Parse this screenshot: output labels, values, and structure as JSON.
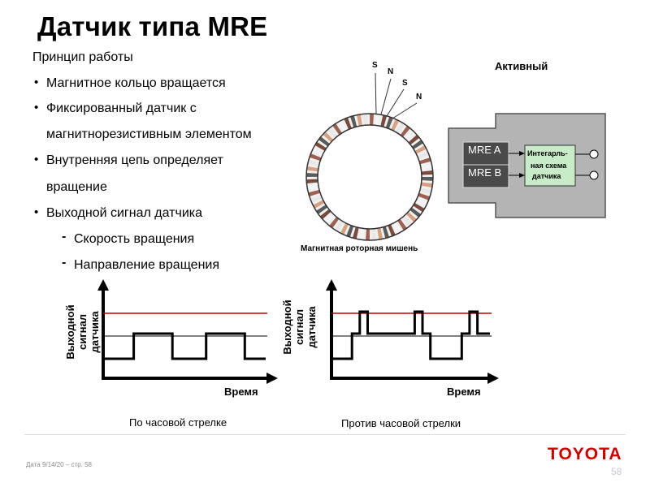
{
  "title": "Датчик типа MRE",
  "principle": {
    "heading": "Принцип работы",
    "bullets": [
      "Магнитное кольцо вращается",
      "Фиксированный датчик с",
      "магнитнорезистивным элементом",
      "Внутренняя цепь определяет",
      "вращение",
      "Выходной сигнал датчика"
    ],
    "sub_items": [
      "Скорость вращения",
      "Направление вращения"
    ]
  },
  "ring": {
    "poles": [
      "S",
      "N",
      "S",
      "N"
    ],
    "caption": "Магнитная роторная мишень"
  },
  "sensor": {
    "title": "Активный",
    "mre_a": "MRE A",
    "mre_b": "MRE B",
    "ic_lines": [
      "Интегарль-",
      "ная схема",
      "датчика"
    ]
  },
  "charts": [
    {
      "ylabel_lines": [
        "Выходной",
        "сигнал",
        "датчика"
      ],
      "xlabel": "Время",
      "caption": "По часовой стрелке",
      "signal": [
        [
          0,
          0
        ],
        [
          0.18,
          0
        ],
        [
          0.18,
          1
        ],
        [
          0.42,
          1
        ],
        [
          0.42,
          0
        ],
        [
          0.63,
          0
        ],
        [
          0.63,
          1
        ],
        [
          0.87,
          1
        ],
        [
          0.87,
          0
        ],
        [
          1,
          0
        ]
      ]
    },
    {
      "ylabel_lines": [
        "Выходной",
        "сигнал",
        "датчика"
      ],
      "xlabel": "Время",
      "caption": "Против часовой стрелки",
      "signal": [
        [
          0,
          0
        ],
        [
          0.12,
          0
        ],
        [
          0.12,
          1
        ],
        [
          0.17,
          1
        ],
        [
          0.17,
          2
        ],
        [
          0.22,
          2
        ],
        [
          0.22,
          1
        ],
        [
          0.52,
          1
        ],
        [
          0.52,
          2
        ],
        [
          0.57,
          2
        ],
        [
          0.57,
          1
        ],
        [
          0.62,
          1
        ],
        [
          0.62,
          0
        ],
        [
          0.82,
          0
        ],
        [
          0.82,
          1
        ],
        [
          0.87,
          1
        ],
        [
          0.87,
          2
        ],
        [
          0.92,
          2
        ],
        [
          0.92,
          1
        ],
        [
          1,
          1
        ]
      ]
    }
  ],
  "footer": "Дата 9/14/20 – стр. 58",
  "logo": "TOYOTA",
  "page_number": "58",
  "colors": {
    "threshold_line": "#c00000",
    "ic_fill": "#c8ebc8",
    "housing": "#b4b4b4",
    "mre_box": "#4a4a4a"
  }
}
